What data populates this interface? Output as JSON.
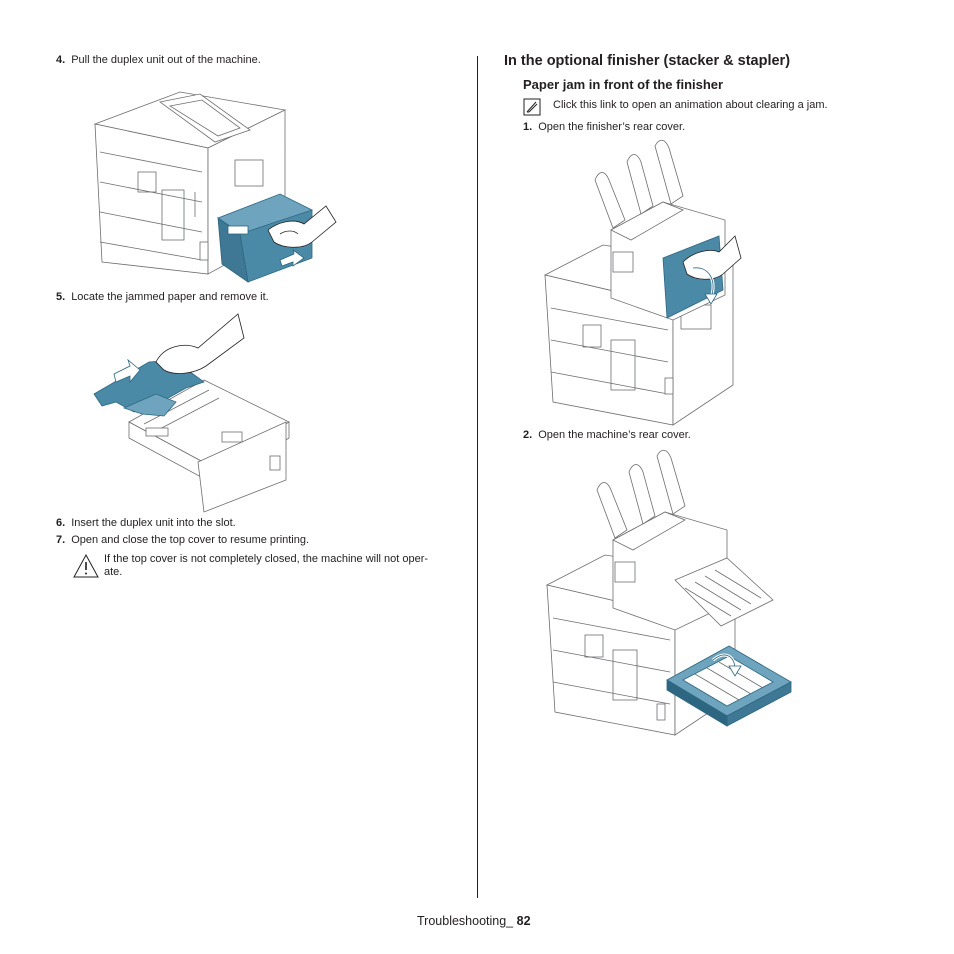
{
  "left": {
    "step4": {
      "num": "4.",
      "text": "Pull the duplex unit out of the machine."
    },
    "step5": {
      "num": "5.",
      "text": "Locate the jammed paper and remove it."
    },
    "step6": {
      "num": "6.",
      "text": "Insert the duplex unit into the slot."
    },
    "step7": {
      "num": "7.",
      "text": "Open and close the top cover to resume printing."
    },
    "caution": {
      "line1": "If the top cover is not completely closed, the machine will not oper-",
      "line2": "ate.",
      "icon": "caution-triangle-icon"
    }
  },
  "right": {
    "section_title": "In the optional finisher (stacker & stapler)",
    "subsection_title": "Paper jam in front of the finisher",
    "note": {
      "text": "Click this link to open an animation about clearing a jam.",
      "icon": "note-pencil-icon"
    },
    "step1": {
      "num": "1.",
      "text": "Open the finisher’s rear cover."
    },
    "step2": {
      "num": "2.",
      "text": "Open the machine’s rear cover."
    }
  },
  "footer": {
    "section": "Troubleshooting_",
    "page": "82"
  },
  "colors": {
    "accent": "#4b8aa6",
    "accent_dark": "#2d6680",
    "line": "#6d6e71",
    "text": "#231f20"
  }
}
